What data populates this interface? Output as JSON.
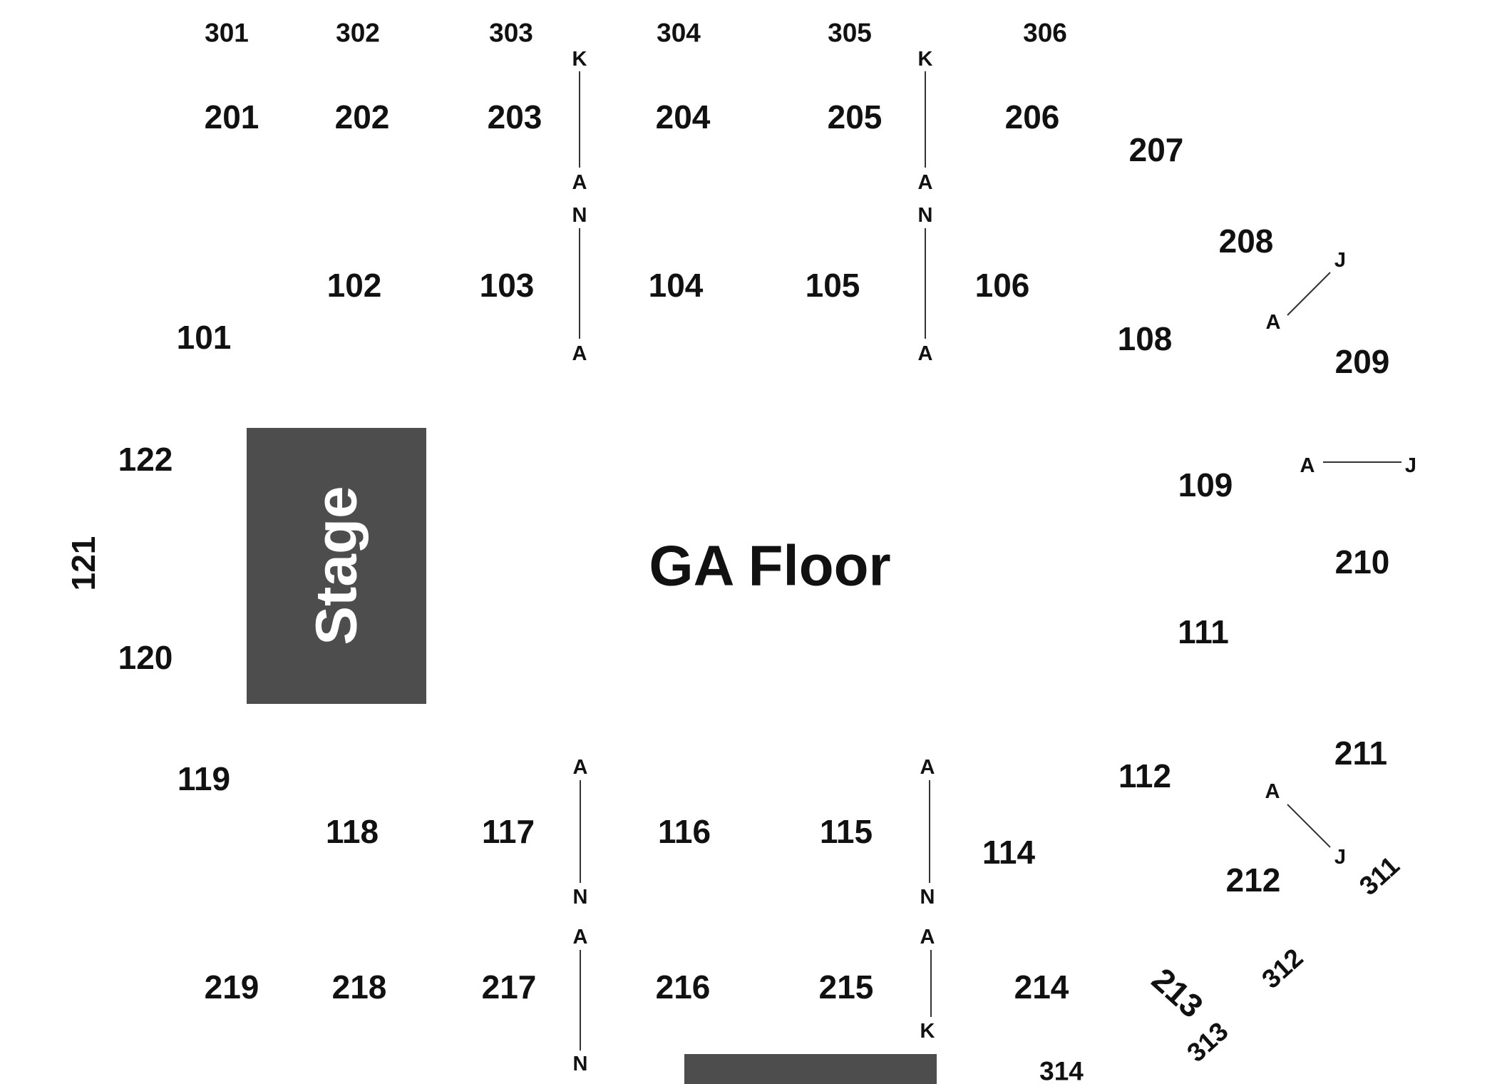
{
  "venue": {
    "stage_label": "Stage",
    "floor_label": "GA Floor",
    "colors": {
      "stage_fill": "#4d4d4d",
      "text": "#111111",
      "background": "#ffffff",
      "row_line": "#333333"
    }
  },
  "sections": {
    "s301": "301",
    "s302": "302",
    "s303": "303",
    "s304": "304",
    "s305": "305",
    "s306": "306",
    "s201": "201",
    "s202": "202",
    "s203": "203",
    "s204": "204",
    "s205": "205",
    "s206": "206",
    "s207": "207",
    "s208": "208",
    "s209": "209",
    "s210": "210",
    "s211": "211",
    "s212": "212",
    "s213": "213",
    "s214": "214",
    "s215": "215",
    "s216": "216",
    "s217": "217",
    "s218": "218",
    "s219": "219",
    "s101": "101",
    "s102": "102",
    "s103": "103",
    "s104": "104",
    "s105": "105",
    "s106": "106",
    "s108": "108",
    "s109": "109",
    "s111": "111",
    "s112": "112",
    "s114": "114",
    "s115": "115",
    "s116": "116",
    "s117": "117",
    "s118": "118",
    "s119": "119",
    "s120": "120",
    "s121": "121",
    "s122": "122",
    "s311": "311",
    "s312": "312",
    "s313": "313",
    "s314": "314"
  },
  "row_markers": {
    "top_left_upper": [
      "K",
      "A"
    ],
    "top_left_lower": [
      "N",
      "A"
    ],
    "top_right_upper": [
      "K",
      "A"
    ],
    "top_right_lower": [
      "N",
      "A"
    ],
    "right_208": [
      "J",
      "A"
    ],
    "right_209": [
      "A",
      "J"
    ],
    "right_212": [
      "A",
      "J"
    ],
    "bottom_left_upper": [
      "A",
      "N"
    ],
    "bottom_left_lower": [
      "A",
      "N"
    ],
    "bottom_right_upper": [
      "A",
      "N"
    ],
    "bottom_right_lower": [
      "A",
      "K"
    ]
  }
}
